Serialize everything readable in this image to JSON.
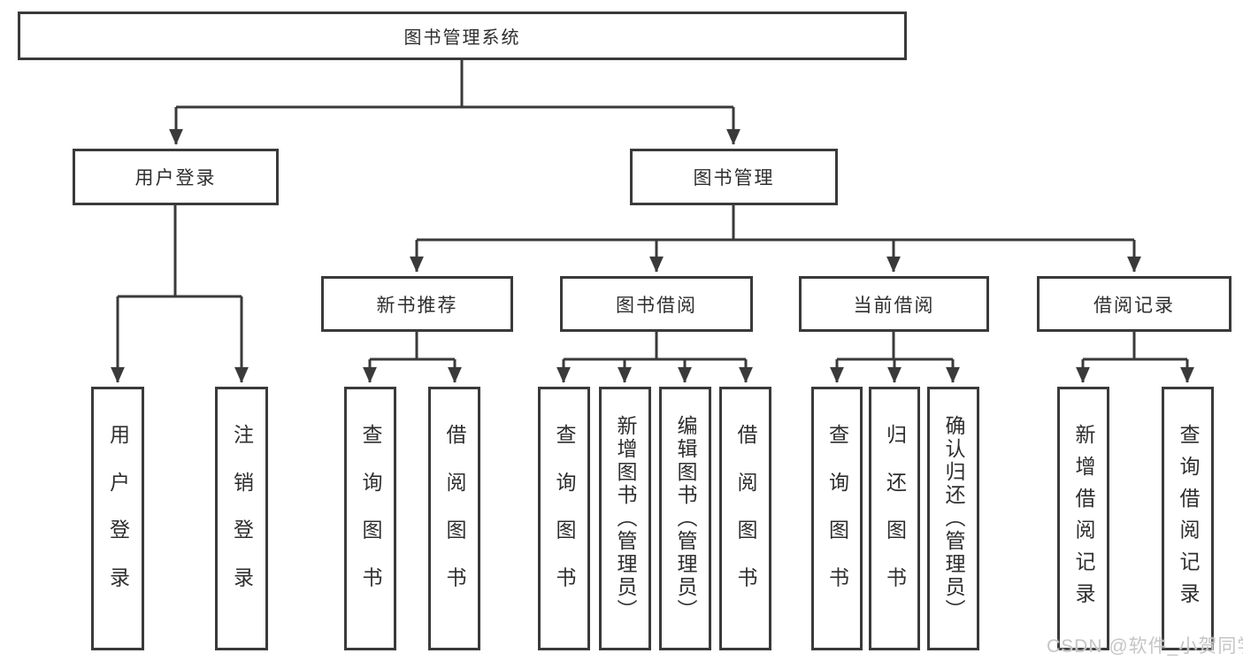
{
  "root": {
    "label": "图书管理系统",
    "children": [
      {
        "label": "用户登录",
        "children": [
          {
            "label": "用户登录"
          },
          {
            "label": "注销登录"
          }
        ]
      },
      {
        "label": "图书管理",
        "children": [
          {
            "label": "新书推荐",
            "children": [
              {
                "label": "查询图书"
              },
              {
                "label": "借阅图书"
              }
            ]
          },
          {
            "label": "图书借阅",
            "children": [
              {
                "label": "查询图书"
              },
              {
                "label": "新增图书（管理员）"
              },
              {
                "label": "编辑图书（管理员）"
              },
              {
                "label": "借阅图书"
              }
            ]
          },
          {
            "label": "当前借阅",
            "children": [
              {
                "label": "查询图书"
              },
              {
                "label": "归还图书"
              },
              {
                "label": "确认归还（管理员）"
              }
            ]
          },
          {
            "label": "借阅记录",
            "children": [
              {
                "label": "新增借阅记录"
              },
              {
                "label": "查询借阅记录"
              }
            ]
          }
        ]
      }
    ]
  },
  "watermark": "CSDN @软件_小贺同学",
  "colors": {
    "line": "#3a3a3a",
    "text": "#2e2e2e",
    "watermark": "#c5c5c5",
    "background": "#ffffff"
  }
}
